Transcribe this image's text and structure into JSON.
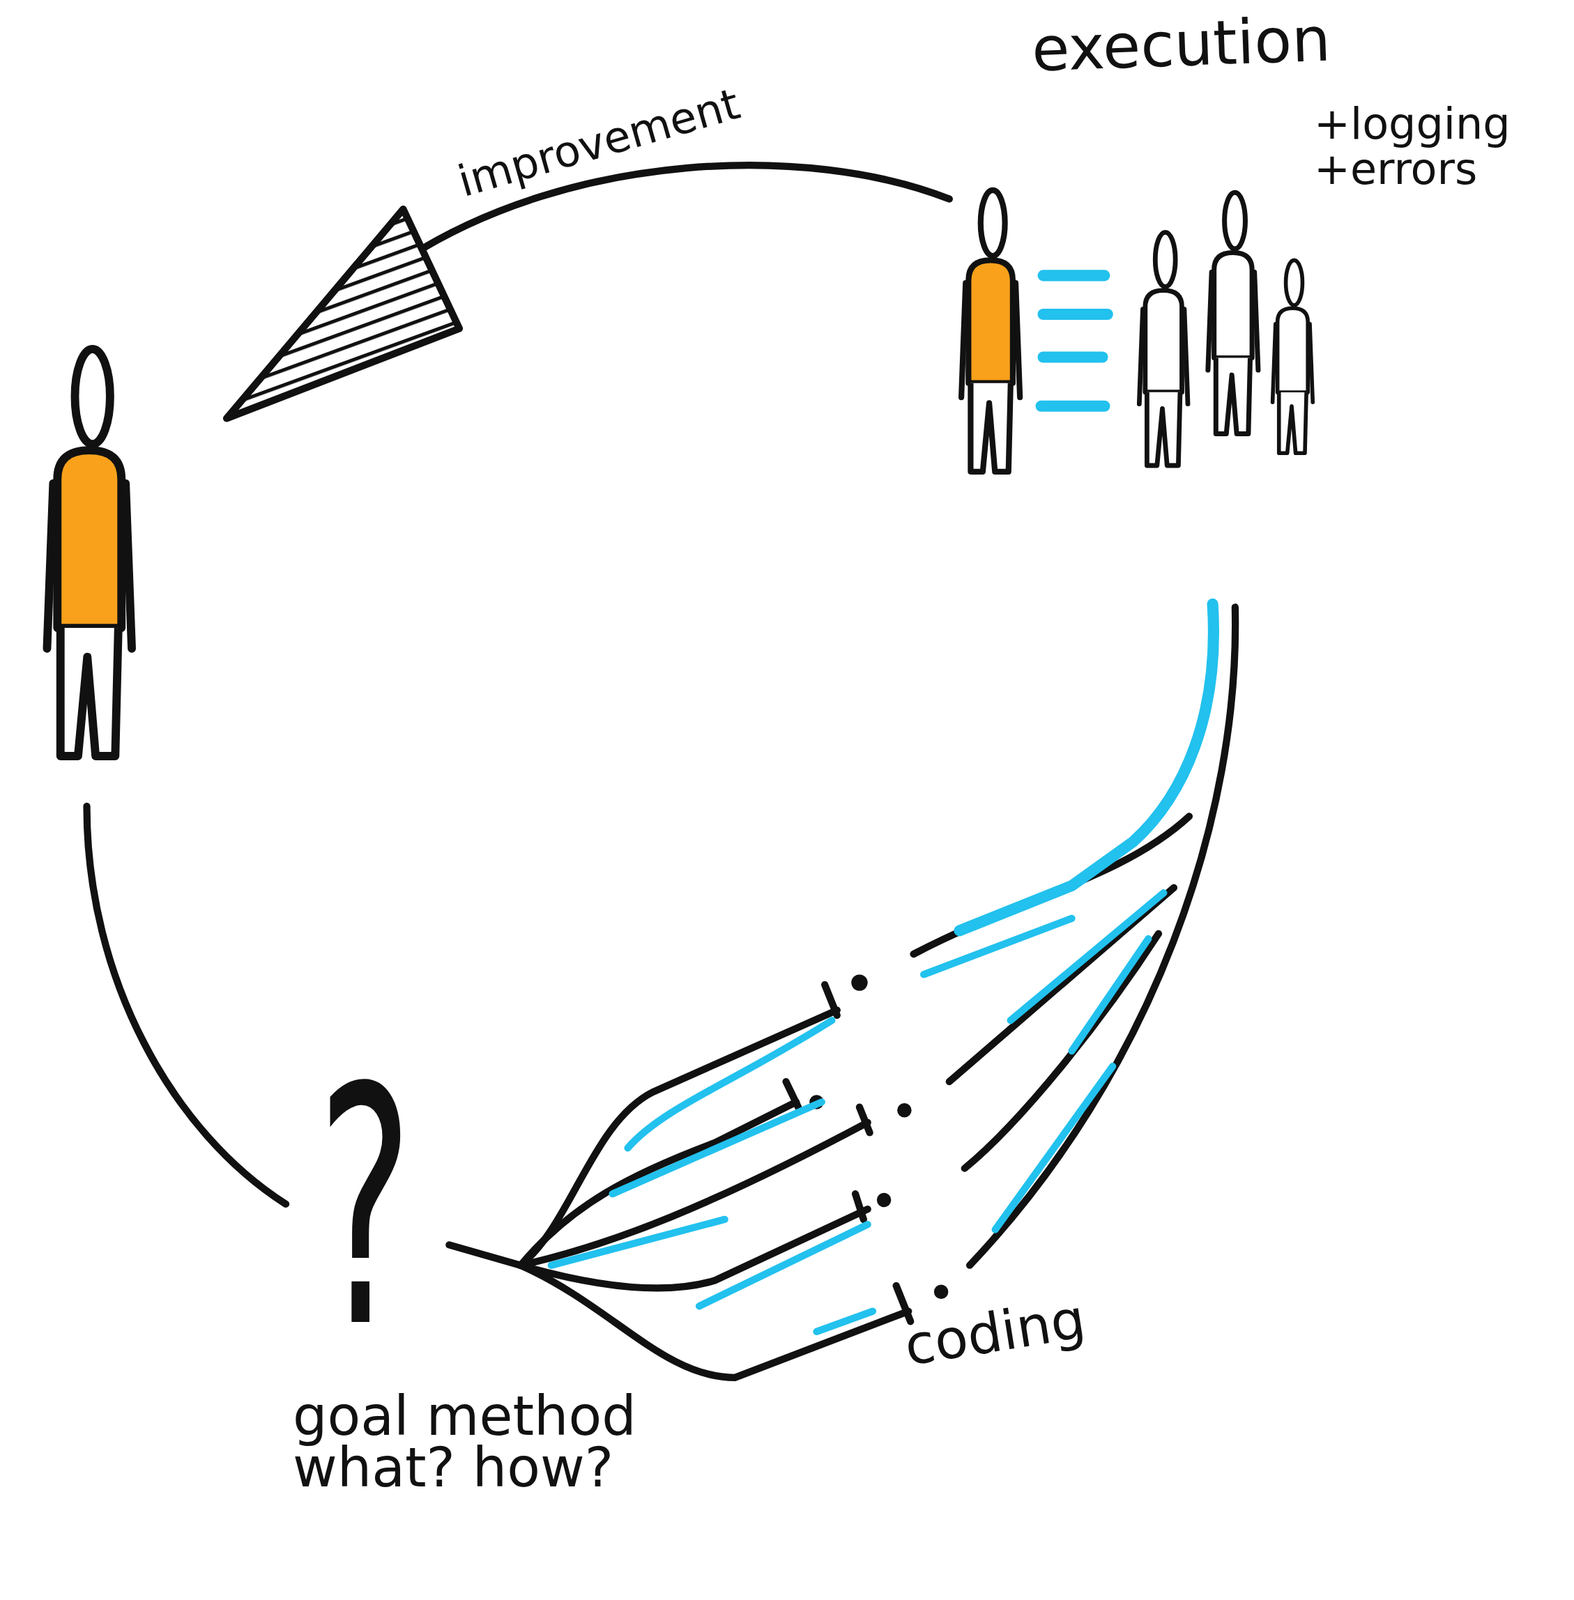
{
  "diagram": {
    "labels": [
      "execution",
      "+logging +errors",
      "improvement",
      "coding",
      "?",
      "goal method what? how?"
    ]
  }
}
